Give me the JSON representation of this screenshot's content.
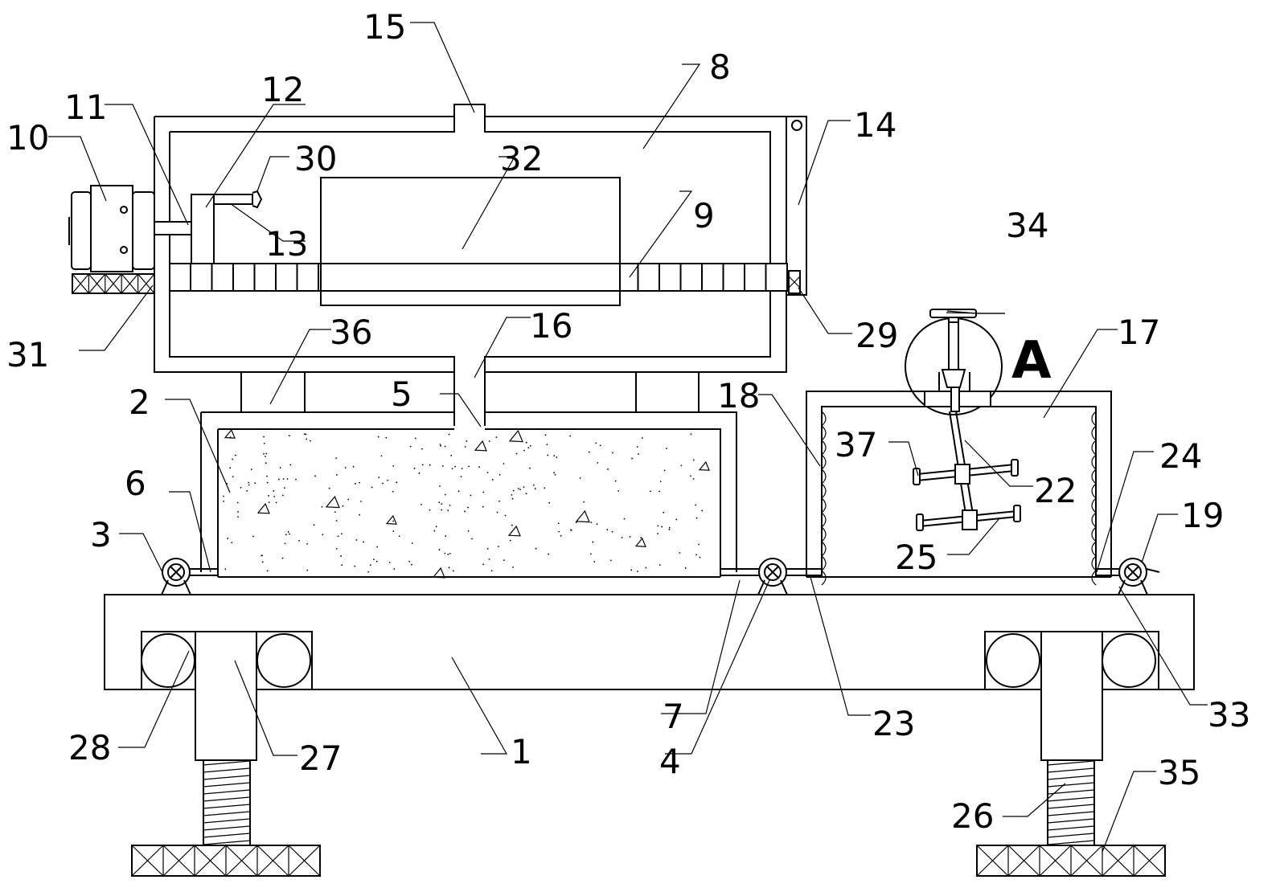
{
  "diagram": {
    "section_marker": "A",
    "labels": {
      "l1": "1",
      "l2": "2",
      "l3": "3",
      "l4": "4",
      "l5": "5",
      "l6": "6",
      "l7": "7",
      "l8": "8",
      "l9": "9",
      "l10": "10",
      "l11": "11",
      "l12": "12",
      "l13": "13",
      "l14": "14",
      "l15": "15",
      "l16": "16",
      "l17": "17",
      "l18": "18",
      "l19": "19",
      "l22": "22",
      "l23": "23",
      "l24": "24",
      "l25": "25",
      "l26": "26",
      "l27": "27",
      "l28": "28",
      "l29": "29",
      "l30": "30",
      "l31": "31",
      "l32": "32",
      "l33": "33",
      "l34": "34",
      "l35": "35",
      "l36": "36",
      "l37": "37"
    }
  }
}
